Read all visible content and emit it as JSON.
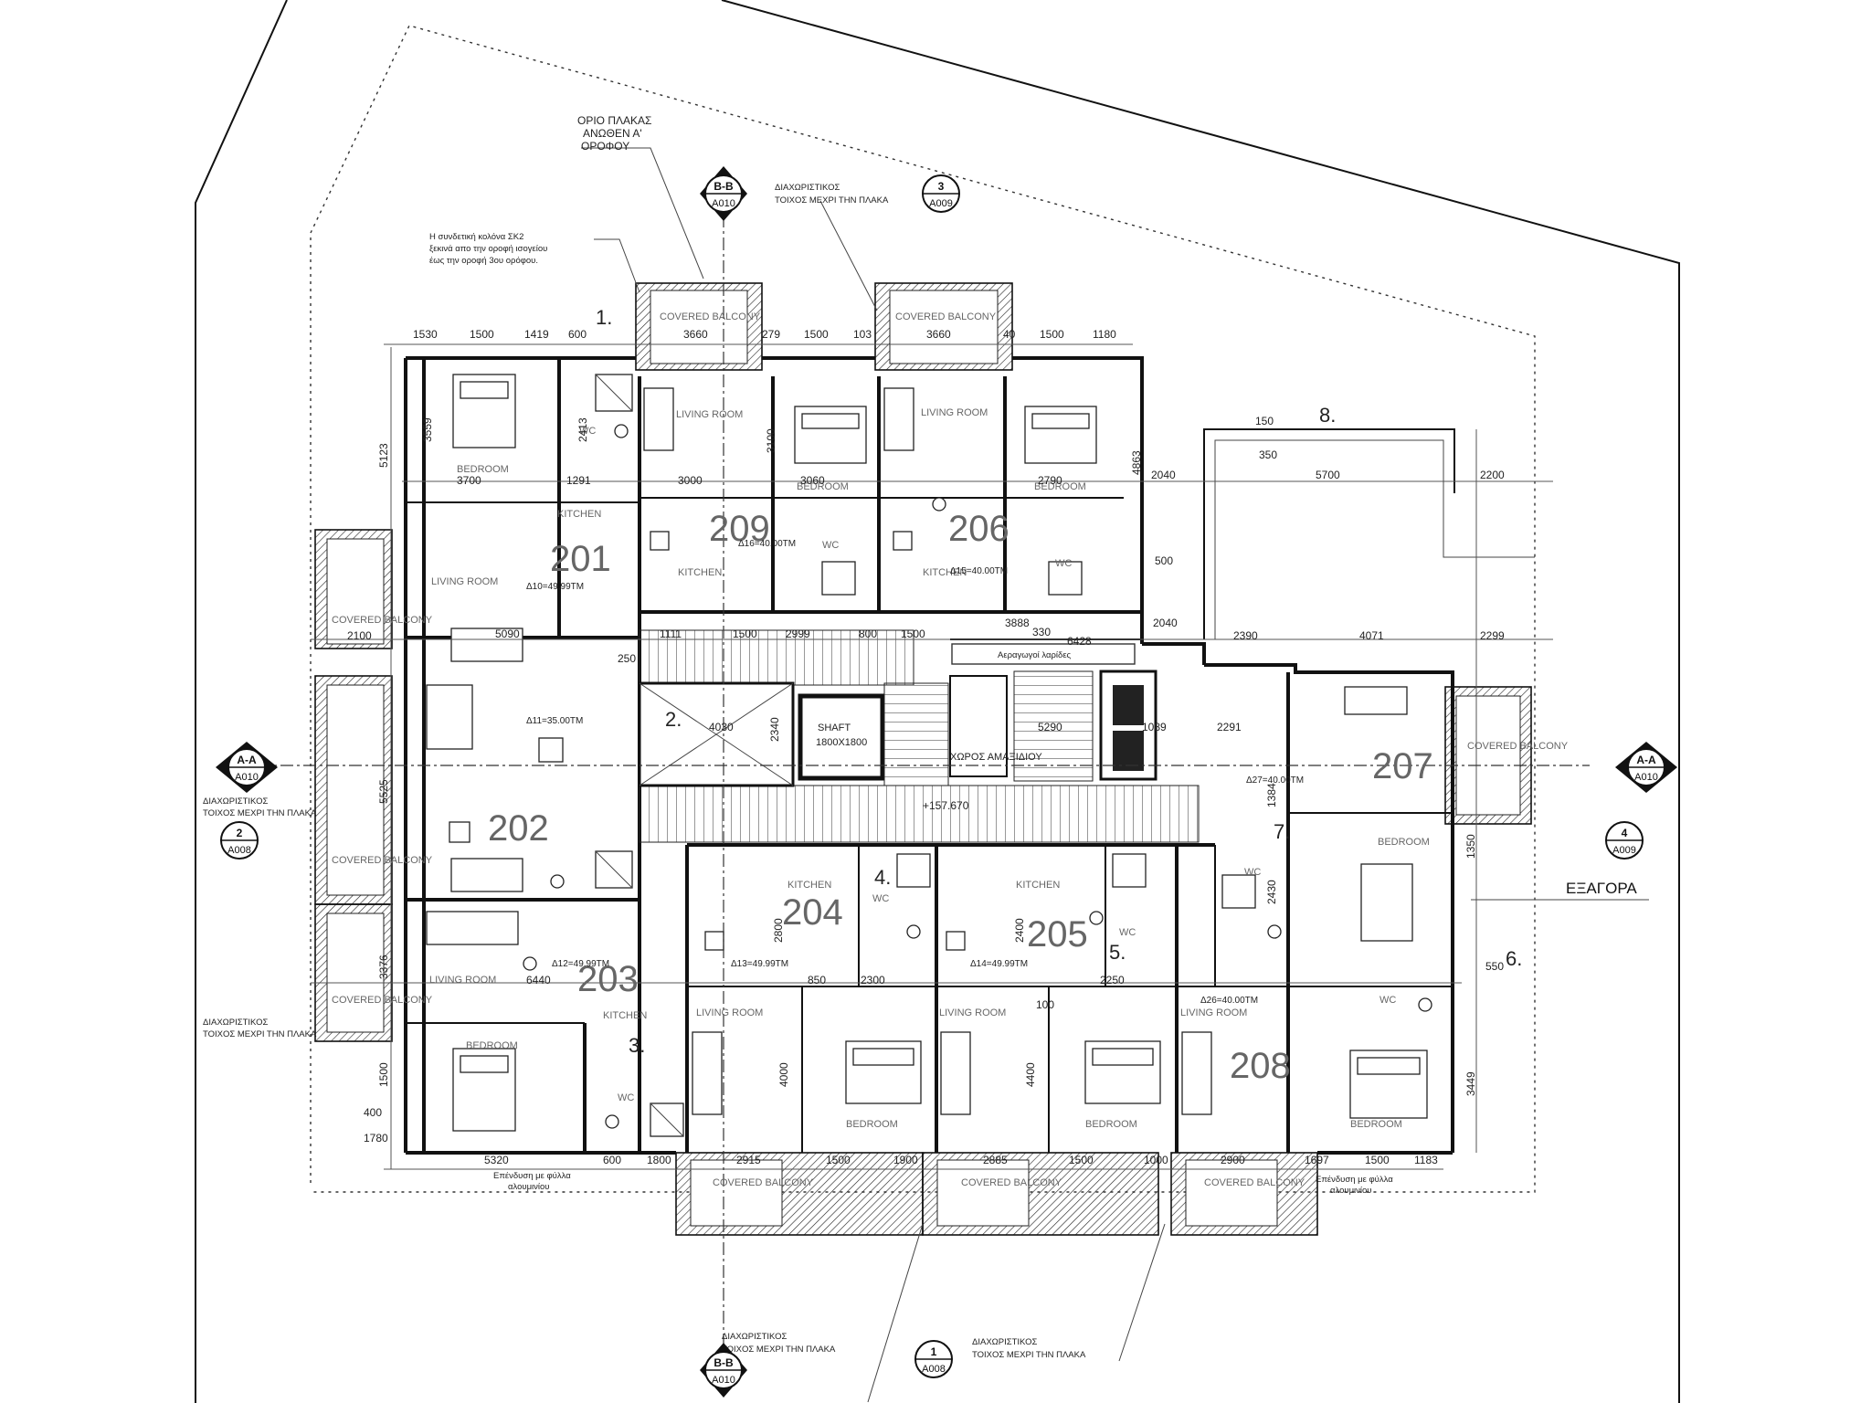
{
  "units": [
    {
      "id": "201",
      "area": "Δ10=49.99TM"
    },
    {
      "id": "202",
      "area": "Δ11=35.00TM"
    },
    {
      "id": "203",
      "area": "Δ12=49.99TM"
    },
    {
      "id": "204",
      "area": "Δ13=49.99TM"
    },
    {
      "id": "205",
      "area": "Δ14=49.99TM"
    },
    {
      "id": "206",
      "area": "Δ15=40.00TM"
    },
    {
      "id": "207",
      "area": "Δ27=40.00TM"
    },
    {
      "id": "208",
      "area": "Δ26=40.00TM"
    },
    {
      "id": "209",
      "area": "Δ16=40.00TM"
    }
  ],
  "rooms": {
    "bedroom": "BEDROOM",
    "living": "LIVING ROOM",
    "kitchen": "KITCHEN",
    "wc": "WC",
    "covered_balcony": "COVERED BALCONY",
    "shaft": "SHAFT",
    "shaft_size": "1800X1800",
    "storage": "ΧΩΡΟΣ ΑΜΑΞΙΔΙΟΥ"
  },
  "notes": {
    "slab_limit": [
      "ΟΡΙΟ ΠΛΑΚΑΣ",
      "ΑΝΩΘΕΝ Α'",
      "ΟΡΟΦΟΥ"
    ],
    "column": [
      "Η συνδετική κολόνα ΣΚ2",
      "ξεκινά απο την οροφή ισογείου",
      "έως την οροφή 3ου ορόφου."
    ],
    "partition": [
      "ΔΙΑΧΩΡΙΣΤΙΚΟΣ",
      "ΤΟΙΧΟΣ ΜΕΧΡΙ ΤΗΝ ΠΛΑΚΑ"
    ],
    "cladding": [
      "Επένδυση με φύλλα",
      "αλουμινίου"
    ],
    "ducts": "Αεραγωγοί λαρίδες",
    "exagora": "ΕΞΑΓΟΡΑ",
    "level": "+157.670"
  },
  "section_tags": [
    {
      "top": "B-B",
      "bottom": "A010"
    },
    {
      "top": "3",
      "bottom": "A009"
    },
    {
      "top": "A-A",
      "bottom": "A010"
    },
    {
      "top": "A-A",
      "bottom": "A010"
    },
    {
      "top": "2",
      "bottom": "A008"
    },
    {
      "top": "4",
      "bottom": "A009"
    },
    {
      "top": "B-B",
      "bottom": "A010"
    },
    {
      "top": "1",
      "bottom": "A008"
    }
  ],
  "markers": [
    "1.",
    "2.",
    "3.",
    "4.",
    "5.",
    "6.",
    "7.",
    "8."
  ],
  "dims": {
    "top": [
      "1530",
      "1500",
      "1419",
      "600",
      "3660",
      "279",
      "1500",
      "103",
      "3660",
      "40",
      "1500",
      "1180"
    ],
    "bottom": [
      "5320",
      "600",
      "1800",
      "2915",
      "1500",
      "1900",
      "2885",
      "1500",
      "1000",
      "2900",
      "1697",
      "1500",
      "1183"
    ],
    "mid": [
      "2100",
      "5090",
      "1111",
      "1500",
      "2999",
      "800",
      "1500",
      "3888",
      "6428",
      "2040",
      "2390",
      "4071",
      "2299"
    ],
    "right": [
      "2040",
      "5700",
      "2200",
      "150",
      "350"
    ],
    "left": [
      "5123",
      "3559",
      "5525",
      "3376",
      "1500",
      "400",
      "1780"
    ],
    "misc": [
      "3700",
      "1291",
      "3000",
      "3060",
      "2790",
      "3100",
      "2413",
      "4863",
      "500",
      "2340",
      "4030",
      "5290",
      "1089",
      "2291",
      "1384",
      "2430",
      "3449",
      "1350",
      "550",
      "2800",
      "2400",
      "4000",
      "4400",
      "6440",
      "2300",
      "2250",
      "850",
      "100",
      "330",
      "250"
    ]
  }
}
